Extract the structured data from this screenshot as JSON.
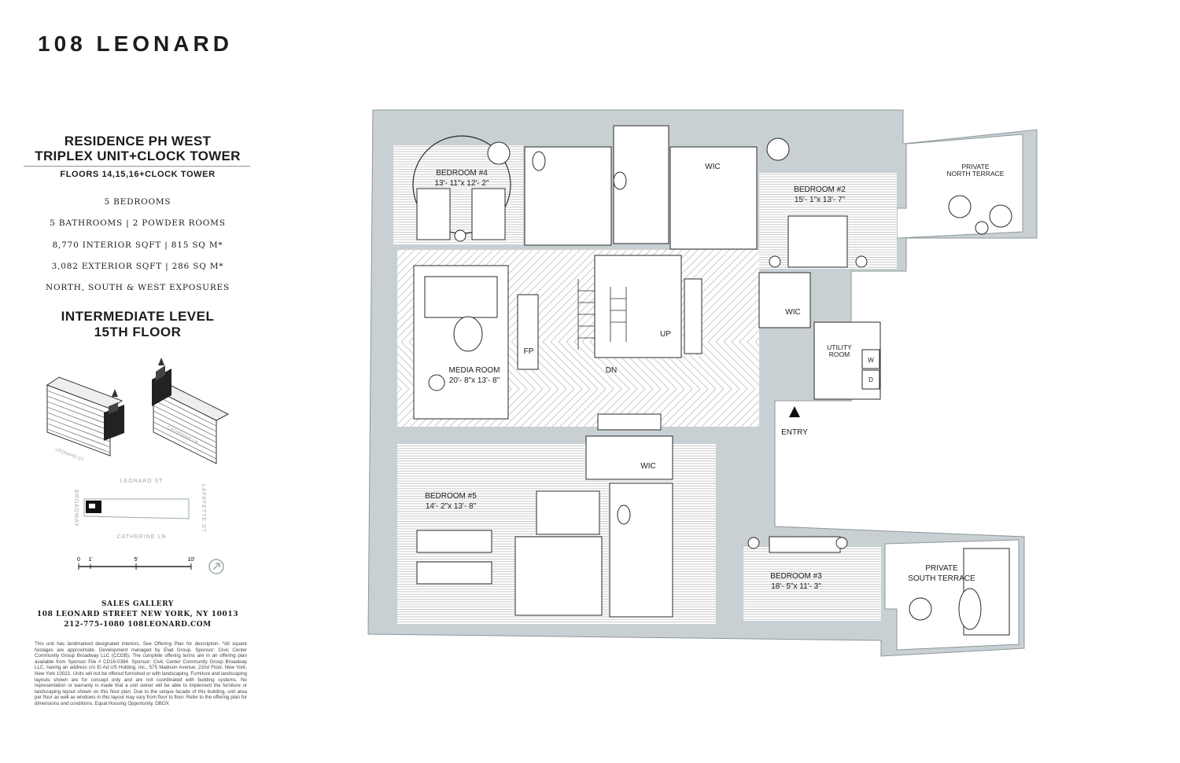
{
  "brand": "108 LEONARD",
  "residence": {
    "line1": "RESIDENCE PH WEST",
    "line2": "TRIPLEX UNIT+CLOCK TOWER",
    "floors": "FLOORS 14,15,16+CLOCK TOWER",
    "specs": [
      "5 BEDROOMS",
      "5 BATHROOMS | 2 POWDER ROOMS",
      "8,770 INTERIOR SQFT | 815 SQ M*",
      "3,082 EXTERIOR SQFT | 286 SQ M*",
      "NORTH, SOUTH & WEST EXPOSURES"
    ],
    "level1": "INTERMEDIATE LEVEL",
    "level2": "15TH FLOOR"
  },
  "keyplan": {
    "north": "LEONARD ST",
    "south": "CATHERINE LN",
    "west": "BROADWAY",
    "east": "LAFAYETTE ST"
  },
  "iso_labels": {
    "a": "LEONARD ST",
    "b": "CATHERINE LN"
  },
  "scale": {
    "t0": "0",
    "t1": "1'",
    "t5": "5'",
    "t10": "10'"
  },
  "gallery": {
    "title": "SALES GALLERY",
    "address": "108 LEONARD STREET   NEW YORK, NY 10013",
    "contact": "212-775-1080  108LEONARD.COM"
  },
  "disclaimer": "This unit has landmarked designated interiors. See Offering Plan for description. *All square footages are approximate. Development managed by Elad Group. Sponsor: Civic Center Community Group Broadway LLC (CCGB). The complete offering terms are in an offering plan available from Sponsor File # CD16-0384. Sponsor: Civic Center Community Group Broadway LLC, having an address c/o El Ad US Holding, Inc., 575 Madison Avenue, 22nd Floor, New York, New York 10022. Units will not be offered furnished or with landscaping. Furniture and landscaping layouts shown are for concept only and are not coordinated with building systems. No representation or warranty is made that a unit owner will be able to implement the furniture or landscaping layout shown on this floor plan. Due to the unique facade of this building, unit area per floor as well as windows in this layout may vary from floor to floor. Refer to the offering plan for dimensions and conditions. Equal Housing Opportunity. DBOX",
  "rooms": {
    "bedroom4": {
      "name": "BEDROOM #4",
      "dims": "13'- 11\"x 12'- 2\""
    },
    "bedroom2": {
      "name": "BEDROOM #2",
      "dims": "15'- 1\"x 13'- 7\""
    },
    "bedroom5": {
      "name": "BEDROOM #5",
      "dims": "14'- 2\"x 13'- 8\""
    },
    "bedroom3": {
      "name": "BEDROOM #3",
      "dims": "18'- 5\"x 11'- 3\""
    },
    "media": {
      "name": "MEDIA ROOM",
      "dims": "20'- 8\"x 13'- 8\""
    },
    "north_terrace": {
      "l1": "PRIVATE",
      "l2": "NORTH TERRACE"
    },
    "south_terrace": {
      "l1": "PRIVATE",
      "l2": "SOUTH TERRACE"
    },
    "utility": {
      "l1": "UTILITY",
      "l2": "ROOM"
    },
    "wic": "WIC",
    "fp": "FP",
    "up": "UP",
    "dn": "DN",
    "w": "W",
    "d": "D",
    "entry": "ENTRY"
  },
  "colors": {
    "wall": "#c9d0d3",
    "wall_dark": "#b9c2c6",
    "line": "#2a2a2a",
    "floor_stripe": "#bdbdbd"
  }
}
